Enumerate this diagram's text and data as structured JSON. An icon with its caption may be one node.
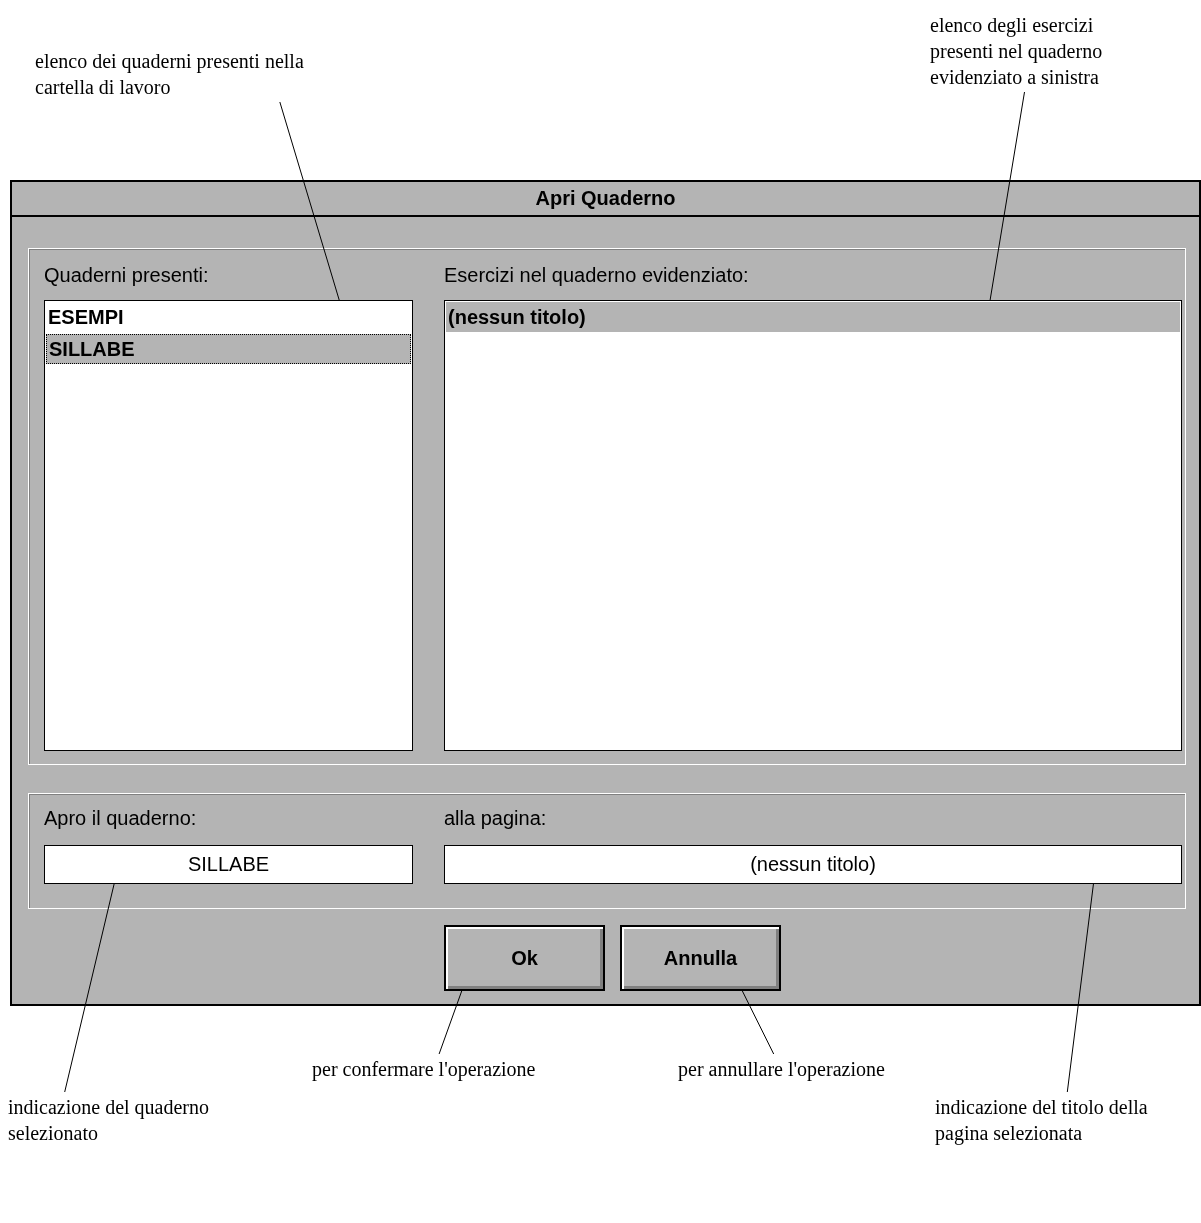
{
  "diagram": {
    "nodes": [
      {
        "text": [
          "elenco dei quaderni presenti nella cartella di lavoro"
        ]
      },
      {
        "text": [
          "elenco degli esercizi presenti nel quaderno evidenziato a sinistra"
        ]
      },
      {
        "text": [
          "Apri Quaderno"
        ]
      },
      {
        "text": [],
        "shape": "box",
        "in": 2
      },
      {
        "text": [
          "Quaderni presenti:"
        ],
        "in": 3
      },
      {
        "text": [
          "ESEMPI"
        ],
        "in": 4
      },
      {
        "text": [
          "SILLABE"
        ],
        "in": 4
      },
      {
        "text": [
          "Esercizi nel quaderno evidenziato:"
        ],
        "in": 3
      },
      {
        "text": [
          "(nessun titolo)"
        ],
        "in": 7
      },
      {
        "text": [],
        "shape": "box",
        "in": 2
      },
      {
        "text": [
          "Apro il quaderno:",
          "SILLABE"
        ],
        "in": 9
      },
      {
        "text": [
          "alla pagina:",
          "(nessun titolo)"
        ],
        "in": 9
      },
      {
        "text": [
          "Ok"
        ],
        "in": 2
      },
      {
        "text": [
          "Annulla"
        ],
        "in": 2
      },
      {
        "text": [
          "per confermare l'operazione"
        ]
      },
      {
        "text": [
          "per annullare l'operazione"
        ]
      },
      {
        "text": [
          "indicazione del quaderno selezionato"
        ]
      },
      {
        "text": [
          "indicazione del titolo della pagina selezionata"
        ]
      }
    ],
    "edges": [
      {
        "from": 0,
        "to": 4,
        "arrow": "none"
      },
      {
        "from": 1,
        "to": 7,
        "arrow": "none"
      },
      {
        "from": 16,
        "to": 10,
        "arrow": "none"
      },
      {
        "from": 14,
        "to": 12,
        "arrow": "none"
      },
      {
        "from": 15,
        "to": 13,
        "arrow": "none"
      },
      {
        "from": 17,
        "to": 11,
        "arrow": "none"
      }
    ]
  }
}
